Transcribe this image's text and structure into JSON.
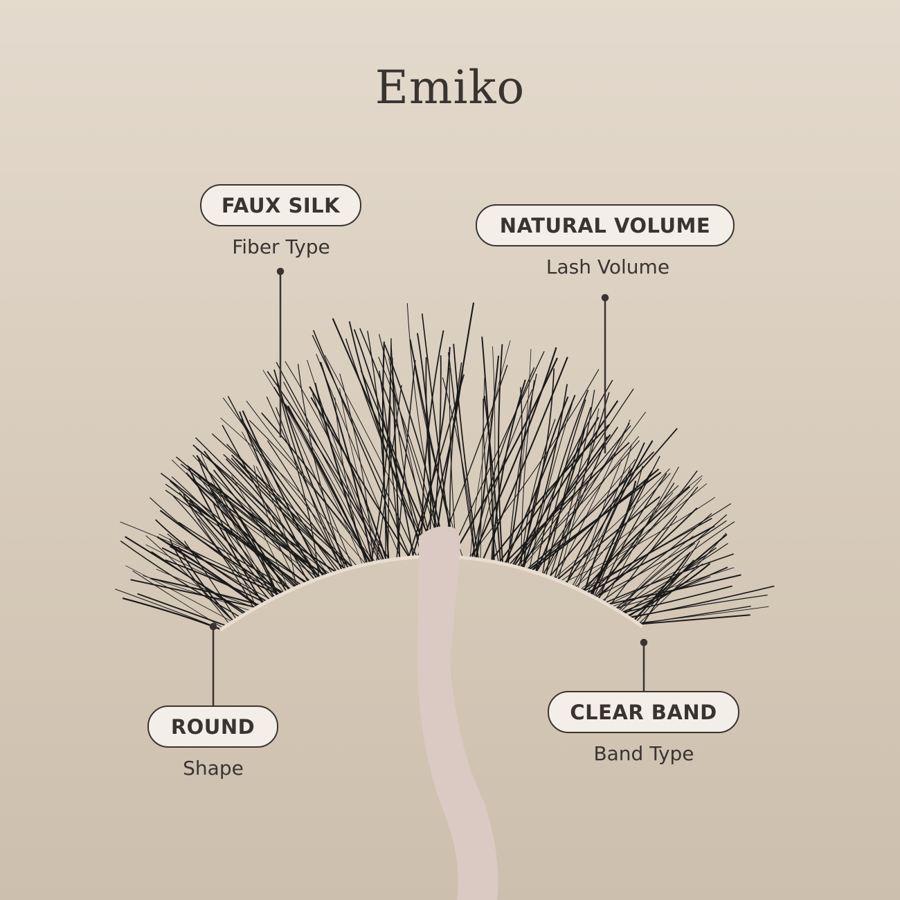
{
  "title": "Emiko",
  "features": [
    {
      "value": "FAUX SILK",
      "label": "Fiber Type"
    },
    {
      "value": "NATURAL VOLUME",
      "label": "Lash Volume"
    },
    {
      "value": "ROUND",
      "label": "Shape"
    },
    {
      "value": "CLEAR BAND",
      "label": "Band Type"
    }
  ],
  "colors": {
    "background": "#d8ccbc",
    "ink": "#3a3431",
    "pill_fill": "#f3eee7",
    "tweezer": "#dccbc5",
    "lash": "#1a1a1a"
  }
}
